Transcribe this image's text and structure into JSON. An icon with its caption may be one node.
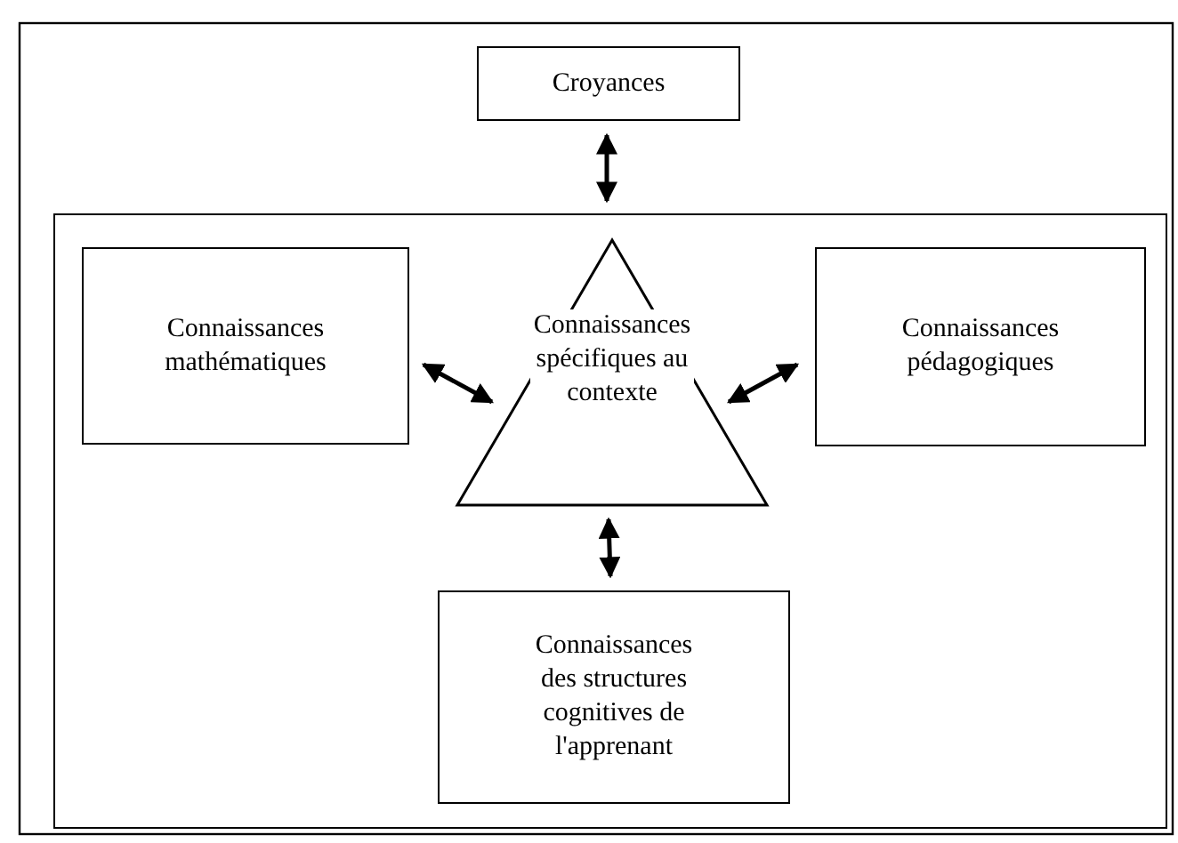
{
  "diagram": {
    "nodes": [
      {
        "text": [
          "Croyances"
        ]
      },
      {
        "text": [],
        "shape": "box"
      },
      {
        "text": [
          "Connaissances mathématiques"
        ],
        "in": 1
      },
      {
        "text": [
          "Connaissances spécifiques au contexte"
        ],
        "in": 1
      },
      {
        "text": [
          "Connaissances pédagogiques"
        ],
        "in": 1
      },
      {
        "text": [
          "Connaissances des structures cognitives de l'apprenant"
        ],
        "in": 1
      }
    ],
    "edges": [
      {
        "from": 0,
        "to": 1,
        "arrow": "both"
      },
      {
        "from": 2,
        "to": 3,
        "arrow": "both"
      },
      {
        "from": 3,
        "to": 4,
        "arrow": "both"
      },
      {
        "from": 3,
        "to": 5,
        "arrow": "both"
      }
    ]
  }
}
